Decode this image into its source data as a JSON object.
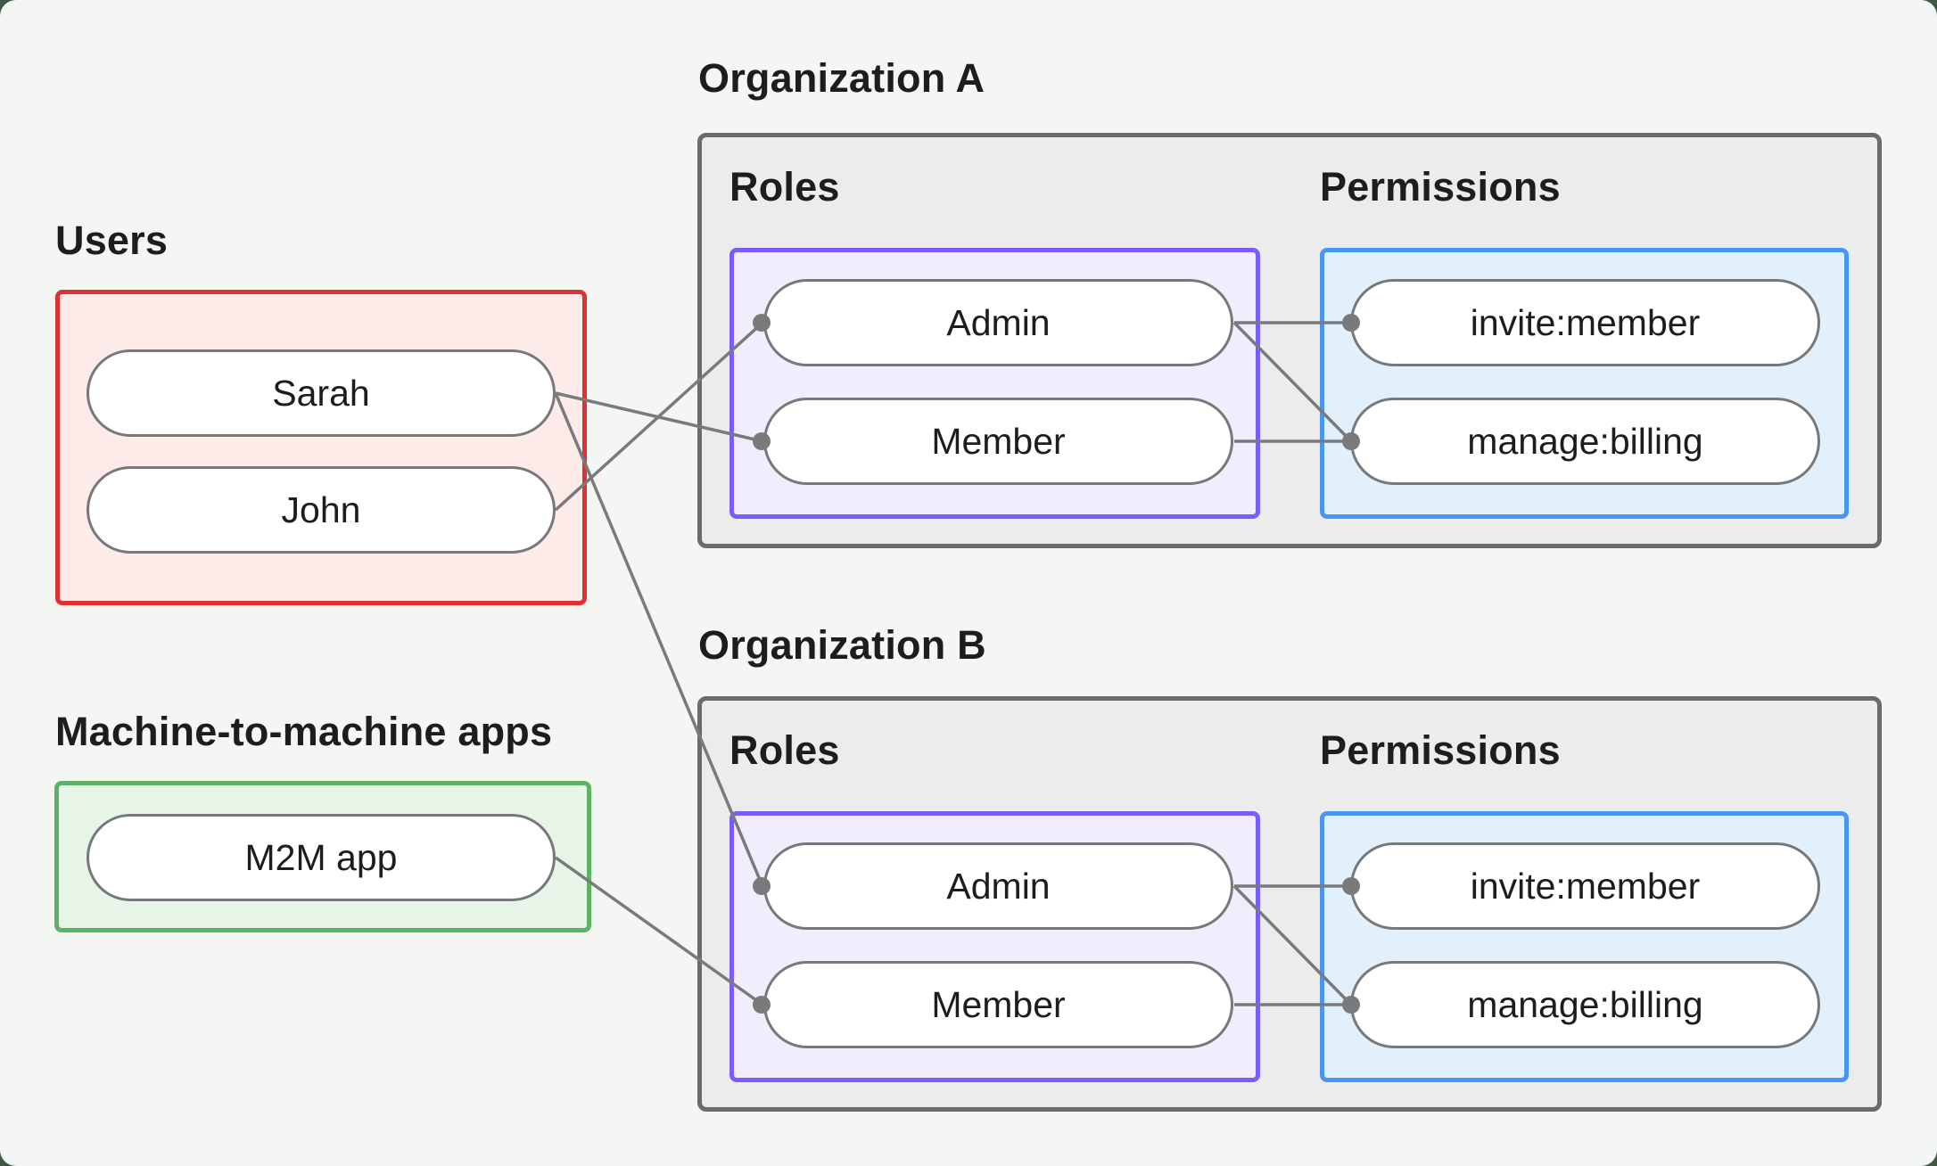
{
  "users_group": {
    "label": "Users",
    "items": [
      "Sarah",
      "John"
    ]
  },
  "m2m_group": {
    "label": "Machine-to-machine apps",
    "items": [
      "M2M app"
    ]
  },
  "organizations": [
    {
      "title": "Organization A",
      "roles_label": "Roles",
      "permissions_label": "Permissions",
      "roles": [
        "Admin",
        "Member"
      ],
      "permissions": [
        "invite:member",
        "manage:billing"
      ]
    },
    {
      "title": "Organization B",
      "roles_label": "Roles",
      "permissions_label": "Permissions",
      "roles": [
        "Admin",
        "Member"
      ],
      "permissions": [
        "invite:member",
        "manage:billing"
      ]
    }
  ],
  "connections": [
    {
      "from": "Sarah",
      "to": "Organization A / Member"
    },
    {
      "from": "John",
      "to": "Organization A / Admin"
    },
    {
      "from": "Sarah",
      "to": "Organization B / Admin"
    },
    {
      "from": "M2M app",
      "to": "Organization B / Member"
    },
    {
      "from": "Organization A / Admin",
      "to": "Organization A / invite:member"
    },
    {
      "from": "Organization A / Admin",
      "to": "Organization A / manage:billing"
    },
    {
      "from": "Organization A / Member",
      "to": "Organization A / manage:billing"
    },
    {
      "from": "Organization B / Admin",
      "to": "Organization B / invite:member"
    },
    {
      "from": "Organization B / Admin",
      "to": "Organization B / manage:billing"
    },
    {
      "from": "Organization B / Member",
      "to": "Organization B / manage:billing"
    }
  ],
  "colors": {
    "page_background": "#3e5a45",
    "canvas_background": "#f4f6f4",
    "org_fill": "#ececec",
    "org_border": "#6a6b6c",
    "users_border": "#dc3232",
    "users_fill": "#fcebe9",
    "m2m_border": "#5cb266",
    "m2m_fill": "#e7f4e8",
    "roles_border": "#7c5cf6",
    "roles_fill": "#f2edfd",
    "permissions_border": "#4896f2",
    "permissions_fill": "#e2f0fc",
    "node_fill": "#ffffff",
    "node_border": "#77787a",
    "connector": "#797a7b",
    "text": "#1b1d1f"
  }
}
